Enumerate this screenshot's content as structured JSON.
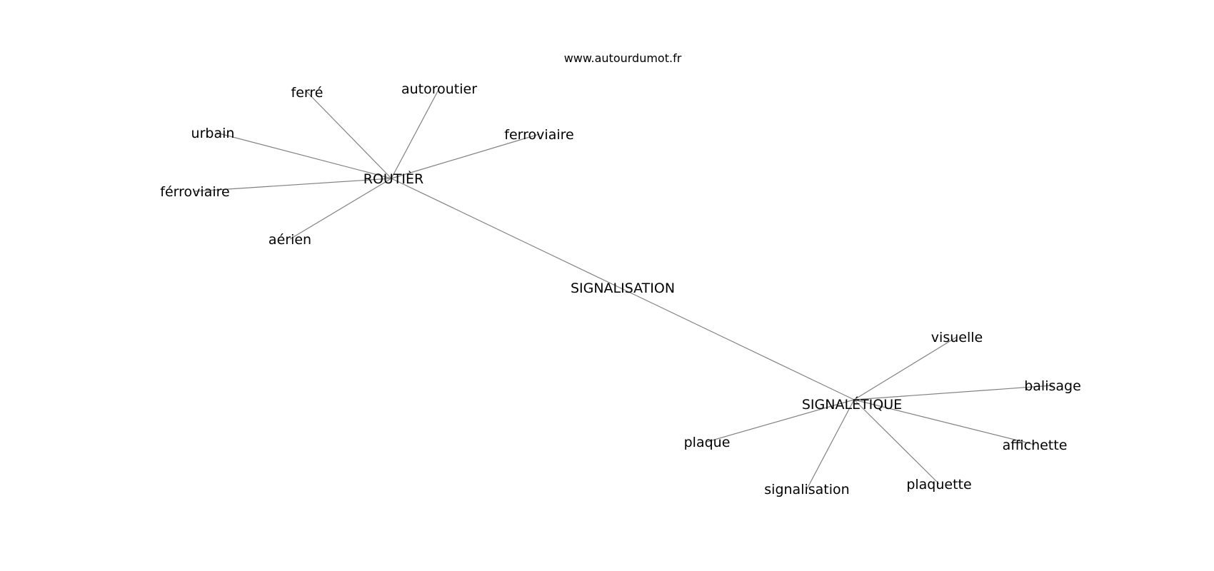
{
  "site": "www.autourdumot.fr",
  "colors": {
    "edge": "#808080",
    "text": "#000000",
    "background": "#ffffff"
  },
  "graph": {
    "center": "SIGNALISATION",
    "hubs": [
      {
        "label": "ROUTIÈR",
        "neighbors": [
          "ferré",
          "autoroutier",
          "urbain",
          "ferroviaire",
          "férroviaire",
          "aérien"
        ]
      },
      {
        "label": "SIGNALÉTIQUE",
        "neighbors": [
          "visuelle",
          "balisage",
          "plaque",
          "affichette",
          "signalisation",
          "plaquette"
        ]
      }
    ]
  }
}
